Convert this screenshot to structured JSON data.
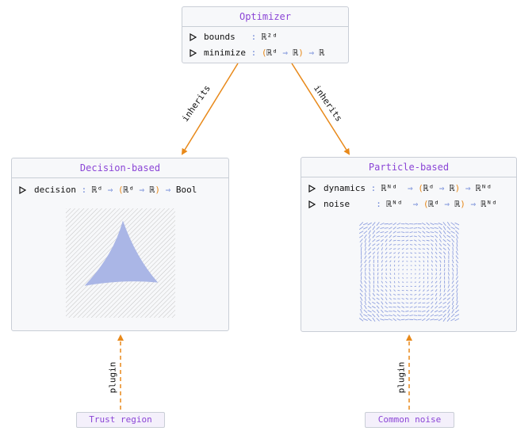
{
  "optimizer": {
    "title": "Optimizer",
    "rows": [
      {
        "name": "bounds",
        "sep": ":",
        "type": "ℝ²ᵈ"
      },
      {
        "name": "minimize",
        "sep": ":",
        "open": "(",
        "a": "ℝᵈ",
        "arrow1": "⇒",
        "b": "ℝ",
        "close": ")",
        "arrow2": "⇒",
        "c": "ℝ"
      }
    ]
  },
  "decision": {
    "title": "Decision-based",
    "row": {
      "name": "decision",
      "sep": ":",
      "a": "ℝᵈ",
      "arrow1": "⇒",
      "open": "(",
      "b": "ℝᵈ",
      "arrow2": "⇒",
      "c": "ℝ",
      "close": ")",
      "arrow3": "⇒",
      "d": "Bool"
    }
  },
  "particle": {
    "title": "Particle-based",
    "rows": [
      {
        "name": "dynamics",
        "sep": ":",
        "a": "ℝᴺᵈ",
        "arrow1": "⇒",
        "open": "(",
        "b": "ℝᵈ",
        "arrow2": "⇒",
        "c": "ℝ",
        "close": ")",
        "arrow3": "⇒",
        "d": "ℝᴺᵈ"
      },
      {
        "name": "noise",
        "sep": ":",
        "a": "ℝᴺᵈ",
        "arrow1": "⇒",
        "open": "(",
        "b": "ℝᵈ",
        "arrow2": "⇒",
        "c": "ℝ",
        "close": ")",
        "arrow3": "⇒",
        "d": "ℝᴺᵈ"
      }
    ]
  },
  "edges": {
    "inherits_left": "inherits",
    "inherits_right": "inherits",
    "plugin_left": "plugin",
    "plugin_right": "plugin"
  },
  "plugins": {
    "trust_region": "Trust region",
    "common_noise": "Common noise"
  },
  "colors": {
    "title": "#8b45d6",
    "orange": "#e8891a",
    "blue": "#6a83d6",
    "box_bg": "#f7f8fa",
    "border": "#c9ced6"
  }
}
